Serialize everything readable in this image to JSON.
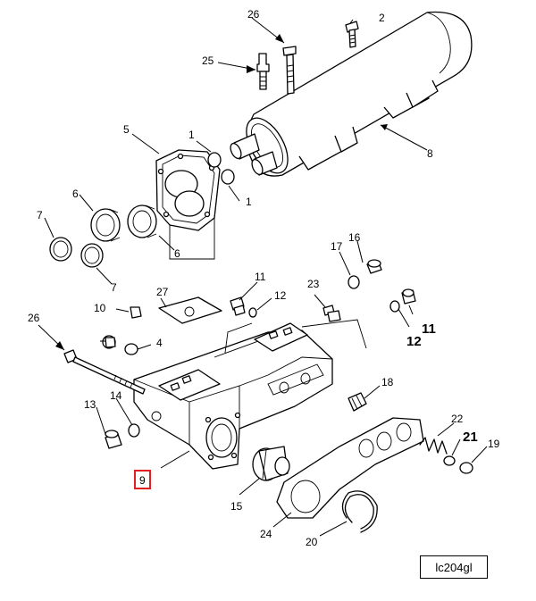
{
  "callouts": {
    "c1a": "1",
    "c1b": "1",
    "c2": "2",
    "c4": "4",
    "c5": "5",
    "c6a": "6",
    "c6b": "6",
    "c7a": "7",
    "c7b": "7",
    "c8": "8",
    "c9": "9",
    "c10": "10",
    "c11a": "11",
    "c11b": "11",
    "c12a": "12",
    "c12b": "12",
    "c13": "13",
    "c14": "14",
    "c15": "15",
    "c16": "16",
    "c17": "17",
    "c18": "18",
    "c19": "19",
    "c20": "20",
    "c21": "21",
    "c22": "22",
    "c23": "23",
    "c24": "24",
    "c25": "25",
    "c26a": "26",
    "c26b": "26",
    "c27": "27"
  },
  "figure_id": "lc204gl",
  "highlight_color": "#e02020"
}
